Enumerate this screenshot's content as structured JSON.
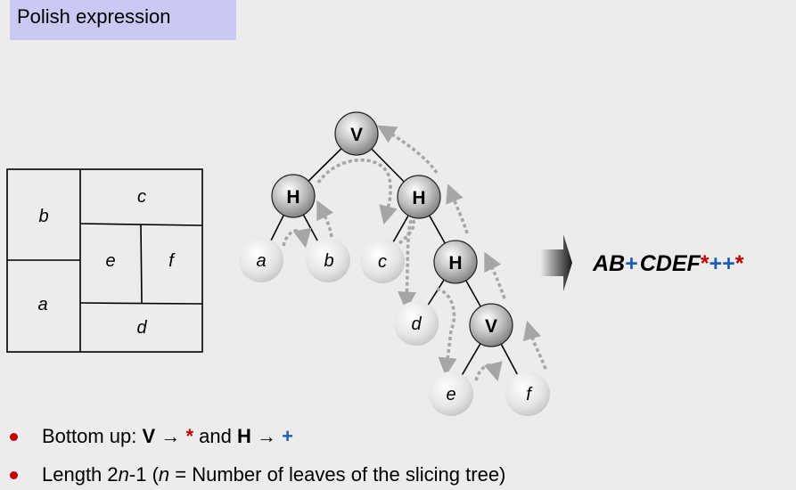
{
  "title": "Polish expression",
  "floorplan": {
    "b": "b",
    "c": "c",
    "e": "e",
    "f": "f",
    "a": "a",
    "d": "d"
  },
  "tree": {
    "root": "V",
    "h1": "H",
    "h2": "H",
    "h3": "H",
    "v2": "V",
    "leaf_a": "a",
    "leaf_b": "b",
    "leaf_c": "c",
    "leaf_d": "d",
    "leaf_e": "e",
    "leaf_f": "f"
  },
  "expression": {
    "t1": "AB",
    "t2": "+",
    "t3": "CDEF",
    "t4": "*",
    "t5": "++",
    "t6": "*"
  },
  "bullets": {
    "b1_prefix": "Bottom up: ",
    "b1_v": "V",
    "b1_arrow1": " → ",
    "b1_star": "*",
    "b1_and": " and ",
    "b1_h": "H",
    "b1_arrow2": " → ",
    "b1_plus": "+",
    "b2_p1": "Length 2",
    "b2_n1": "n",
    "b2_p2": "-1 (",
    "b2_n2": "n",
    "b2_p3": " = Number of leaves of the slicing tree)"
  },
  "colors": {
    "title_bg": "#c9c9f3",
    "star": "#c00000",
    "plus": "#1f5fb3",
    "bullet": "#c00000",
    "dotted_arrow": "#a6a6a6"
  }
}
